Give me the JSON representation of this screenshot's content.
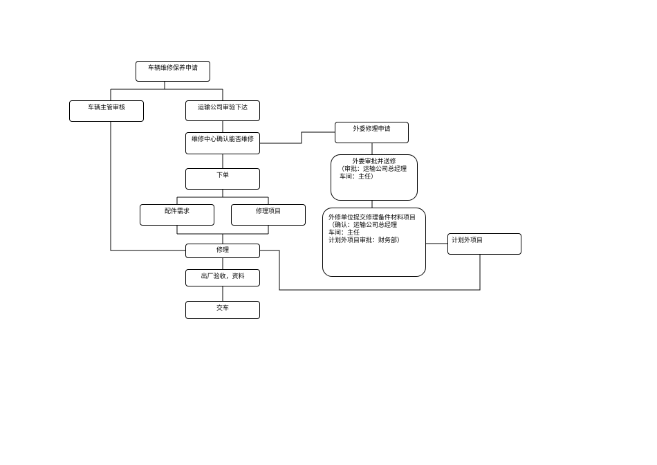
{
  "nodes": {
    "apply": "车辆维修保养申请",
    "supervisor_review": "车辆主管审核",
    "transport_approve": "运输公司审验下达",
    "center_confirm": "维修中心确认能否维修",
    "order": "下单",
    "parts_demand": "配件需求",
    "repair_items": "修理项目",
    "repair": "修理",
    "acceptance": "出厂验收，资料",
    "delivery": "交车",
    "outsource_apply": "外委修理申请",
    "outsource_approve": {
      "title": "外委审批并送修",
      "line1": "（审批：运输公司总经理",
      "line2": "车间：主任）"
    },
    "outsource_submit": {
      "title": "外修单位提交修理备件材料项目",
      "line1": "（确认：运输公司总经理",
      "line2": "车间：主任",
      "line3": "计划外项目审批：财务部）"
    },
    "unplanned": "计划外项目"
  }
}
